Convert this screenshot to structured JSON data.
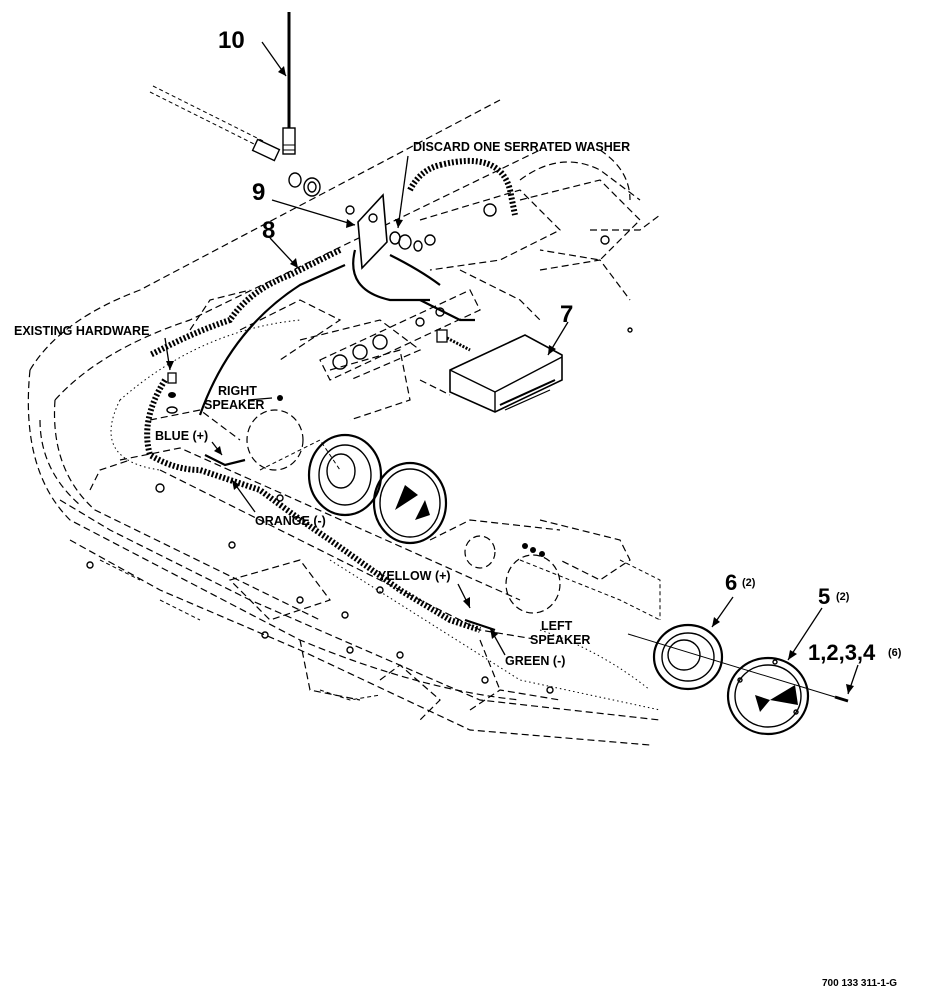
{
  "callouts": {
    "c10": "10",
    "c9": "9",
    "c8": "8",
    "c7": "7",
    "c6": "6",
    "c6_qty": "(2)",
    "c5": "5",
    "c5_qty": "(2)",
    "c1234": "1,2,3,4",
    "c1234_qty": "(6)"
  },
  "labels": {
    "discard_washer": "DISCARD ONE SERRATED WASHER",
    "existing_hardware": "EXISTING HARDWARE",
    "right_speaker_1": "RIGHT",
    "right_speaker_2": "SPEAKER",
    "blue": "BLUE (+)",
    "orange": "ORANGE (-)",
    "yellow": "YELLOW (+)",
    "green": "GREEN (-)",
    "left_speaker_1": "LEFT",
    "left_speaker_2": "SPEAKER"
  },
  "reference_number": "700 133 311-1-G"
}
